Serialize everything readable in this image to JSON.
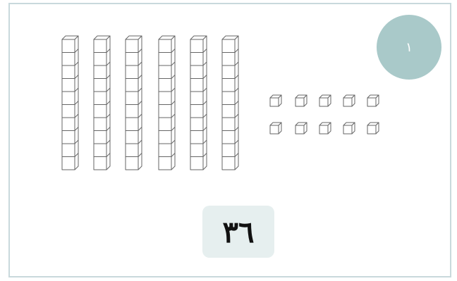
{
  "question": {
    "number": "١",
    "tens_rods": 6,
    "cubes_per_rod": 10,
    "ones_cubes": 10,
    "answer": "٣٦"
  },
  "colors": {
    "frame_border": "#c9d9dc",
    "badge_fill": "#a9c9c9",
    "answer_fill": "#e6efef",
    "block_stroke": "#666666"
  }
}
